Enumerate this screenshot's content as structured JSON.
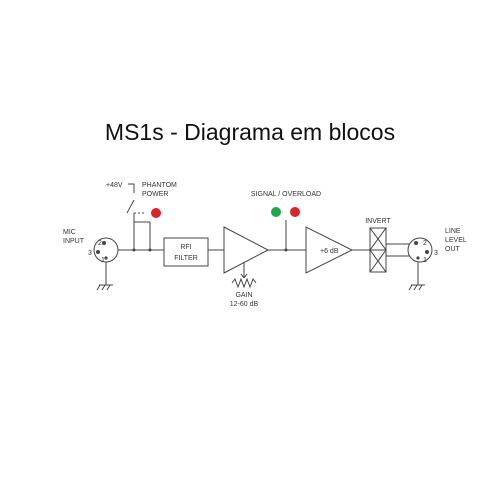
{
  "title": "MS1s - Diagrama em blocos",
  "labels": {
    "mic_input_line1": "MIC",
    "mic_input_line2": "INPUT",
    "phantom_voltage": "+48V",
    "phantom_line1": "PHANTOM",
    "phantom_line2": "POWER",
    "signal_overload": "SIGNAL / OVERLOAD",
    "rfi_line1": "RFI",
    "rfi_line2": "FILTER",
    "gain": "GAIN",
    "gain_range": "12-60 dB",
    "amp_gain": "+6 dB",
    "invert": "INVERT",
    "line_out_1": "LINE",
    "line_out_2": "LEVEL",
    "line_out_3": "OUT",
    "pin_2_in": "2",
    "pin_3_in": "3",
    "pin_1_in": "1",
    "pin_2_out": "2",
    "pin_3_out": "3",
    "pin_1_out": "1"
  },
  "colors": {
    "led_green": "#1fa84a",
    "led_red": "#d9252a"
  },
  "icons": [
    "xlr-input-connector",
    "xlr-output-connector",
    "ground-symbol",
    "led",
    "potentiometer",
    "amplifier-triangle",
    "switch"
  ]
}
